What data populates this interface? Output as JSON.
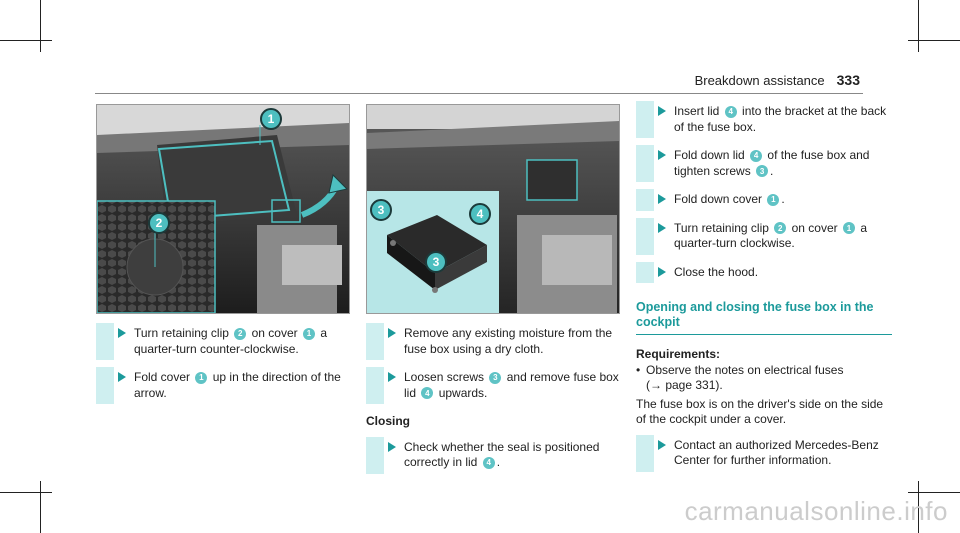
{
  "header": {
    "title": "Breakdown assistance",
    "page_number": "333"
  },
  "figures": {
    "left": {
      "callouts": [
        "1",
        "2"
      ]
    },
    "middle": {
      "callouts": [
        "3",
        "4",
        "3"
      ]
    }
  },
  "col1": {
    "step1": {
      "p1": "Turn retaining clip",
      "b1": "2",
      "p2": "on cover",
      "b2": "1",
      "p3": "a quarter-turn counter-clockwise."
    },
    "step2": {
      "p1": "Fold cover",
      "b1": "1",
      "p2": "up in the direction of the arrow."
    }
  },
  "col2": {
    "step1": {
      "p1": "Remove any existing moisture from the fuse box using a dry cloth."
    },
    "step2": {
      "p1": "Loosen screws",
      "b1": "3",
      "p2": "and remove fuse box lid",
      "b2": "4",
      "p3": "upwards."
    },
    "closing": "Closing",
    "step3": {
      "p1": "Check whether the seal is positioned correctly in lid",
      "b1": "4",
      "p2": "."
    }
  },
  "col3": {
    "step1": {
      "p1": "Insert lid",
      "b1": "4",
      "p2": "into the bracket at the back of the fuse box."
    },
    "step2": {
      "p1": "Fold down lid",
      "b1": "4",
      "p2": "of the fuse box and tighten screws",
      "b2": "3",
      "p3": "."
    },
    "step3": {
      "p1": "Fold down cover",
      "b1": "1",
      "p2": "."
    },
    "step4": {
      "p1": "Turn retaining clip",
      "b1": "2",
      "p2": "on cover",
      "b2": "1",
      "p3": "a quarter-turn clockwise."
    },
    "step5": {
      "p1": "Close the hood."
    },
    "section_title": "Opening and closing the fuse box in the cockpit",
    "requirements_label": "Requirements:",
    "req1": "Observe the notes on electrical fuses",
    "req1_ref": "(→ page 331).",
    "para": "The fuse box is on the driver's side on the side of the cockpit under a cover.",
    "step6": {
      "p1": "Contact an authorized Mercedes-Benz Center for further information."
    }
  },
  "watermark": "carmanualsonline.info",
  "colors": {
    "accent": "#1c9a9b",
    "badge": "#5fc3c5",
    "stepbar": "#cfeff0",
    "callout": "#4dbfc0"
  }
}
